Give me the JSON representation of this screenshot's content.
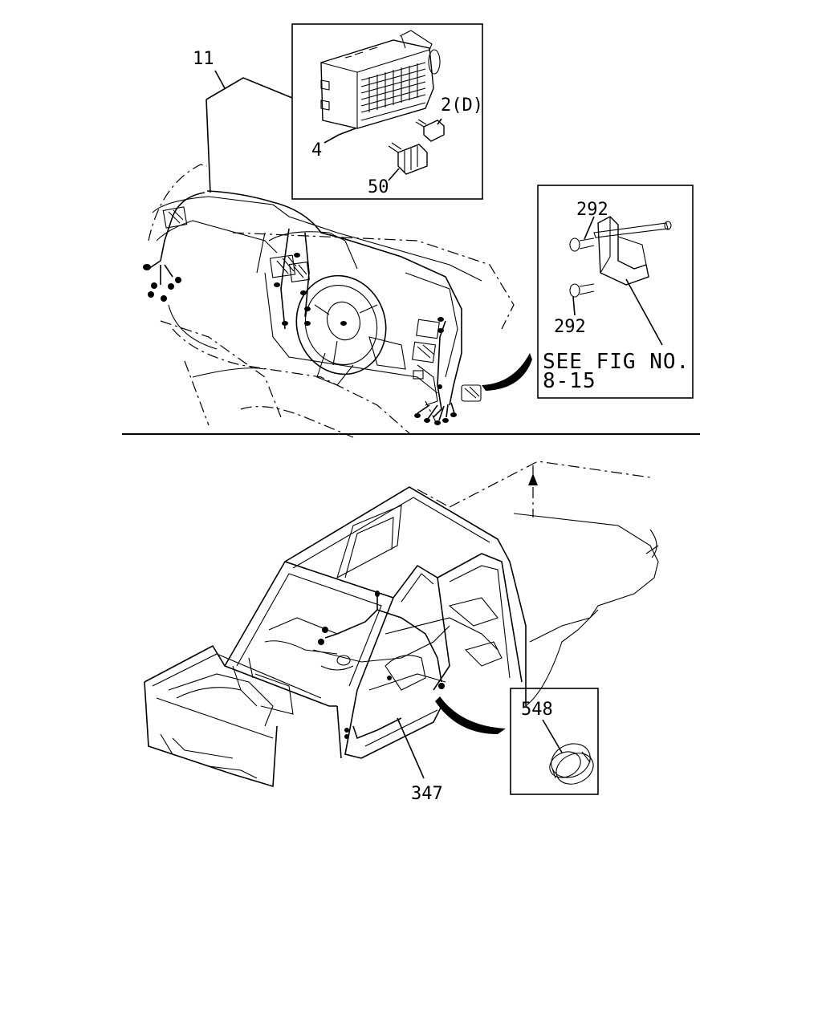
{
  "callouts": {
    "harness_main": "11",
    "fuse_box": "4",
    "fuse_d": "2(D)",
    "relay": "50",
    "bolt_top": "292",
    "bolt_bottom": "292",
    "floor_harness": "347",
    "grommet": "548"
  },
  "reference_note": {
    "line1": "SEE FIG NO.",
    "line2": "8-15"
  },
  "colors": {
    "ink": "#000000",
    "paper": "#ffffff"
  }
}
